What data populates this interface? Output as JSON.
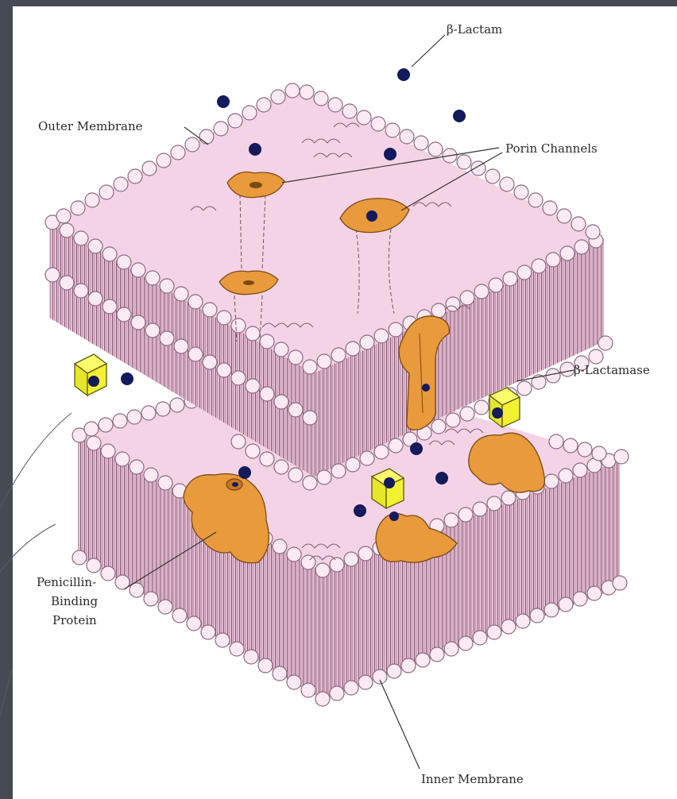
{
  "labels": {
    "beta_lactam": "β-Lactam",
    "outer_membrane": "Outer Membrane",
    "porin_channels": "Porin Channels",
    "beta_lactamase": "β-Lactamase",
    "penicillin_binding_line1": "Penicillin-",
    "penicillin_binding_line2": "Binding",
    "penicillin_binding_line3": "Protein",
    "inner_membrane": "Inner Membrane"
  },
  "colors": {
    "slide_background": "#464a55",
    "figure_background": "#ffffff",
    "membrane_surface": "#f5d3e6",
    "lipid_head": "#fbe9f4",
    "lipid_stroke": "#8c6a80",
    "membrane_side": "#e3b9d0",
    "lipid_tail": "#7a4a66",
    "protein": "#e89a3c",
    "beta_lactam_molecule": "#141a5c",
    "beta_lactamase_block": "#f2f232"
  }
}
